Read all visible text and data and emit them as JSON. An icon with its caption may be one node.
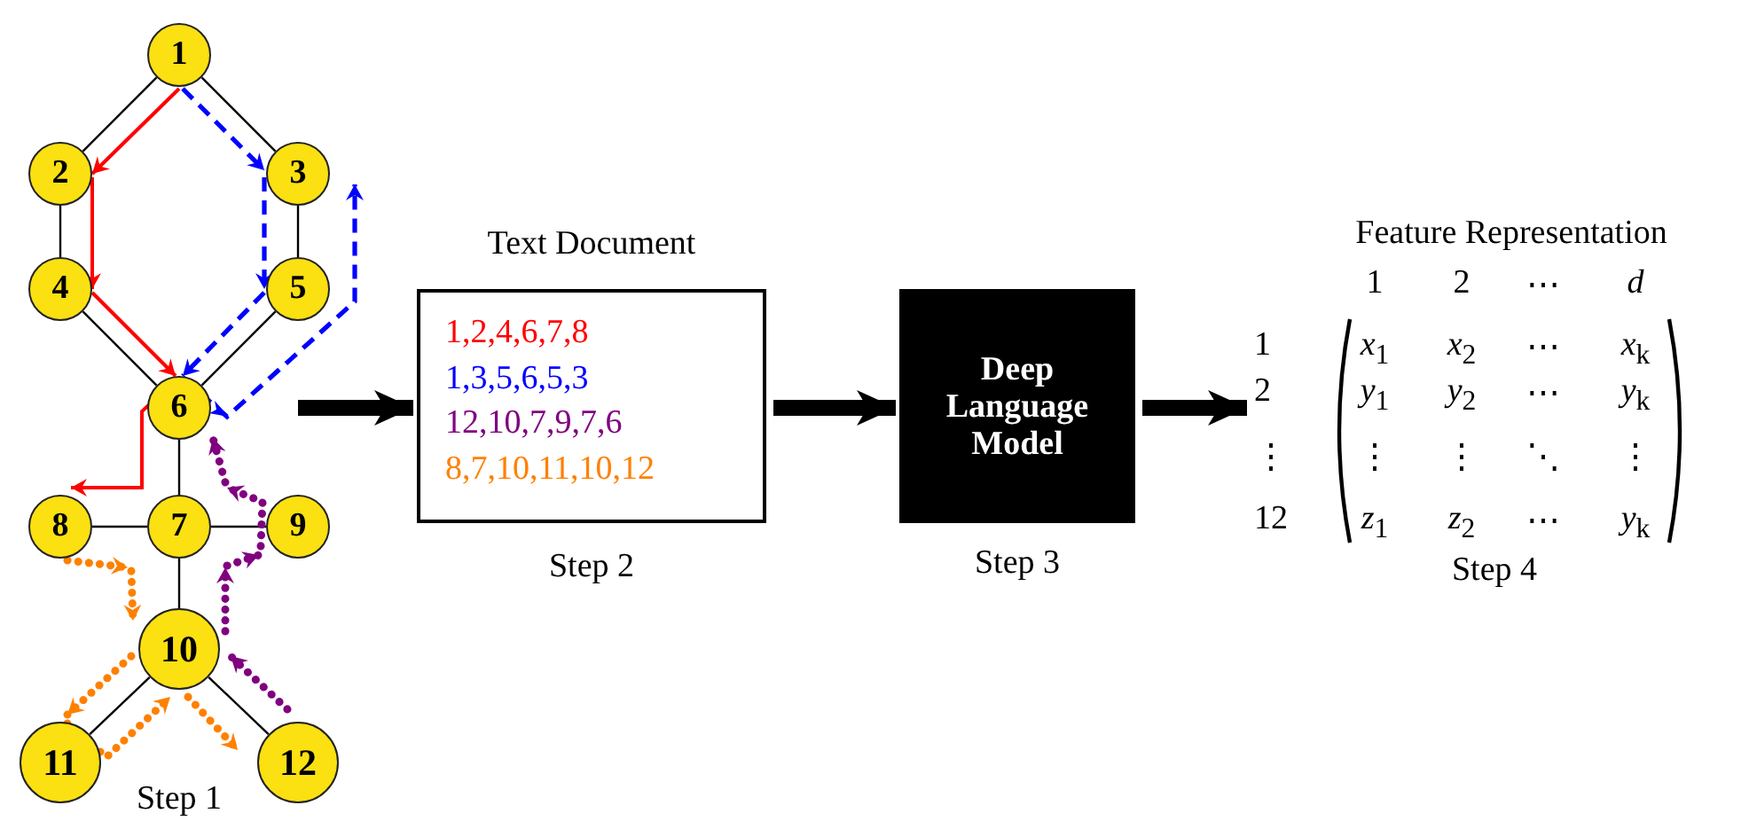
{
  "diagram": {
    "nodes": [
      {
        "text": [
          "1"
        ]
      },
      {
        "text": [
          "2"
        ]
      },
      {
        "text": [
          "3"
        ]
      },
      {
        "text": [
          "4"
        ]
      },
      {
        "text": [
          "5"
        ]
      },
      {
        "text": [
          "6"
        ]
      },
      {
        "text": [
          "7"
        ]
      },
      {
        "text": [
          "8"
        ]
      },
      {
        "text": [
          "9"
        ]
      },
      {
        "text": [
          "10"
        ]
      },
      {
        "text": [
          "11"
        ]
      },
      {
        "text": [
          "12"
        ]
      },
      {
        "text": [
          "Text Document",
          "1,2,4,6,7,8",
          "1,3,5,6,5,3",
          "12,10,7,9,7,6",
          "8,7,10,11,10,12"
        ],
        "beside": [
          "Step 2"
        ]
      },
      {
        "text": [
          "Deep Language Model"
        ],
        "beside": [
          "Step 3"
        ]
      },
      {
        "text": [
          "Feature Representation",
          "1",
          "2",
          "⋯",
          "d",
          "1",
          "*x*$_{1}$",
          "*x*$_{2}$",
          "⋯",
          "*x*$_{k}$",
          "2",
          "*y*$_{1}$",
          "*y*$_{2}$",
          "⋯",
          "*y*$_{k}$",
          "⋮",
          "⋮",
          "⋮",
          "⋱",
          "⋮",
          "12",
          "*z*$_{1}$",
          "*z*$_{2}$",
          "⋯",
          "*y*$_{k}$"
        ],
        "beside": [
          "Step 4"
        ]
      }
    ],
    "edges": [
      {
        "from": 0,
        "to": 1,
        "arrow": "none"
      },
      {
        "from": 0,
        "to": 2,
        "arrow": "none"
      },
      {
        "from": 1,
        "to": 3,
        "arrow": "none"
      },
      {
        "from": 2,
        "to": 4,
        "arrow": "none"
      },
      {
        "from": 3,
        "to": 5,
        "arrow": "none"
      },
      {
        "from": 4,
        "to": 5,
        "arrow": "none"
      },
      {
        "from": 5,
        "to": 6,
        "arrow": "none"
      },
      {
        "from": 6,
        "to": 7,
        "arrow": "none"
      },
      {
        "from": 6,
        "to": 8,
        "arrow": "none"
      },
      {
        "from": 6,
        "to": 9,
        "arrow": "none"
      },
      {
        "from": 9,
        "to": 10,
        "arrow": "none"
      },
      {
        "from": 9,
        "to": 11,
        "arrow": "none"
      },
      {
        "from": 0,
        "to": 1,
        "arrow": "to",
        "color": "#ff0000"
      },
      {
        "from": 1,
        "to": 3,
        "arrow": "to",
        "color": "#ff0000"
      },
      {
        "from": 3,
        "to": 5,
        "arrow": "to",
        "color": "#ff0000"
      },
      {
        "from": 5,
        "to": 7,
        "arrow": "to",
        "color": "#ff0000"
      },
      {
        "from": 0,
        "to": 2,
        "arrow": "to",
        "style": "dashed",
        "color": "#0000ff"
      },
      {
        "from": 2,
        "to": 4,
        "arrow": "to",
        "style": "dashed",
        "color": "#0000ff"
      },
      {
        "from": 4,
        "to": 5,
        "arrow": "to",
        "style": "dashed",
        "color": "#0000ff"
      },
      {
        "from": 5,
        "to": 2,
        "arrow": "to",
        "style": "dashed",
        "color": "#0000ff"
      },
      {
        "from": 11,
        "to": 9,
        "arrow": "to",
        "style": "dashed",
        "color": "#800080"
      },
      {
        "from": 9,
        "to": 6,
        "arrow": "to",
        "style": "dashed",
        "color": "#800080"
      },
      {
        "from": 6,
        "to": 8,
        "arrow": "to",
        "style": "dashed",
        "color": "#800080"
      },
      {
        "from": 8,
        "to": 6,
        "arrow": "to",
        "style": "dashed",
        "color": "#800080"
      },
      {
        "from": 6,
        "to": 5,
        "arrow": "to",
        "style": "dashed",
        "color": "#800080"
      },
      {
        "from": 7,
        "to": 6,
        "arrow": "to",
        "style": "dashed",
        "color": "#ff8000"
      },
      {
        "from": 6,
        "to": 9,
        "arrow": "to",
        "style": "dashed",
        "color": "#ff8000"
      },
      {
        "from": 9,
        "to": 10,
        "arrow": "to",
        "style": "dashed",
        "color": "#ff8000"
      },
      {
        "from": 10,
        "to": 9,
        "arrow": "to",
        "style": "dashed",
        "color": "#ff8000"
      },
      {
        "from": 9,
        "to": 11,
        "arrow": "to",
        "style": "dashed",
        "color": "#ff8000"
      },
      {
        "from": null,
        "to": 12,
        "arrow": "to",
        "style": "thick"
      },
      {
        "from": 12,
        "to": 13,
        "arrow": "to",
        "style": "thick"
      },
      {
        "from": 13,
        "to": 14,
        "arrow": "to",
        "style": "thick"
      }
    ],
    "labels": [
      "Step 1"
    ]
  }
}
